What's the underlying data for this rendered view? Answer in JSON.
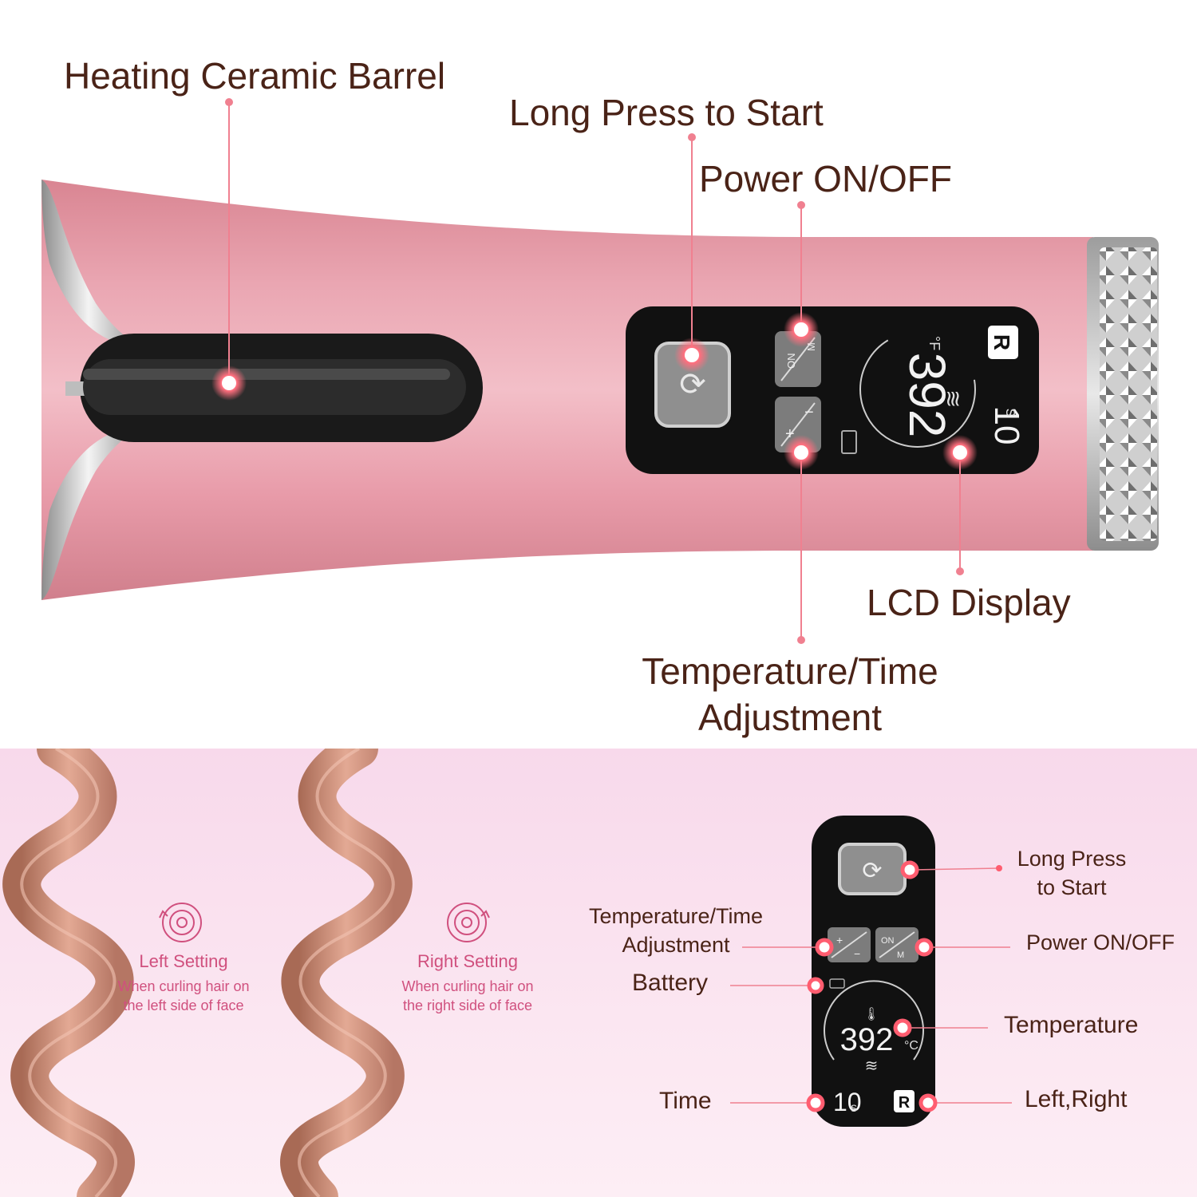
{
  "product_callouts": {
    "barrel": "Heating Ceramic Barrel",
    "start": "Long Press to Start",
    "power": "Power ON/OFF",
    "lcd": "LCD Display",
    "adjust_line1": "Temperature/Time",
    "adjust_line2": "Adjustment"
  },
  "device_display": {
    "temperature": "392",
    "temp_unit": "°F",
    "time": "10",
    "time_unit": "s",
    "mode": "R",
    "power_button_on": "ON",
    "power_button_m": "M",
    "adjust_plus": "+",
    "adjust_minus": "−"
  },
  "settings": {
    "left_title": "Left Setting",
    "left_desc_line1": "When curling hair on",
    "left_desc_line2": "the left side of face",
    "right_title": "Right Setting",
    "right_desc_line1": "When curling hair on",
    "right_desc_line2": "the right side of face"
  },
  "panel_callouts": {
    "start_line1": "Long Press",
    "start_line2": "to Start",
    "adjust_line1": "Temperature/Time",
    "adjust_line2": "Adjustment",
    "power": "Power ON/OFF",
    "battery": "Battery",
    "temperature": "Temperature",
    "time": "Time",
    "left_right": "Left,Right"
  },
  "panel_display": {
    "temperature": "392",
    "temp_unit": "°C",
    "time": "10",
    "time_unit": "s",
    "mode": "R",
    "power_button_on": "ON",
    "power_button_m": "M"
  },
  "colors": {
    "device_pink": "#e9a2ae",
    "label_brown": "#4a2317",
    "accent_pink": "#d0507e",
    "callout_line": "#f08090",
    "panel_black": "#111111"
  }
}
